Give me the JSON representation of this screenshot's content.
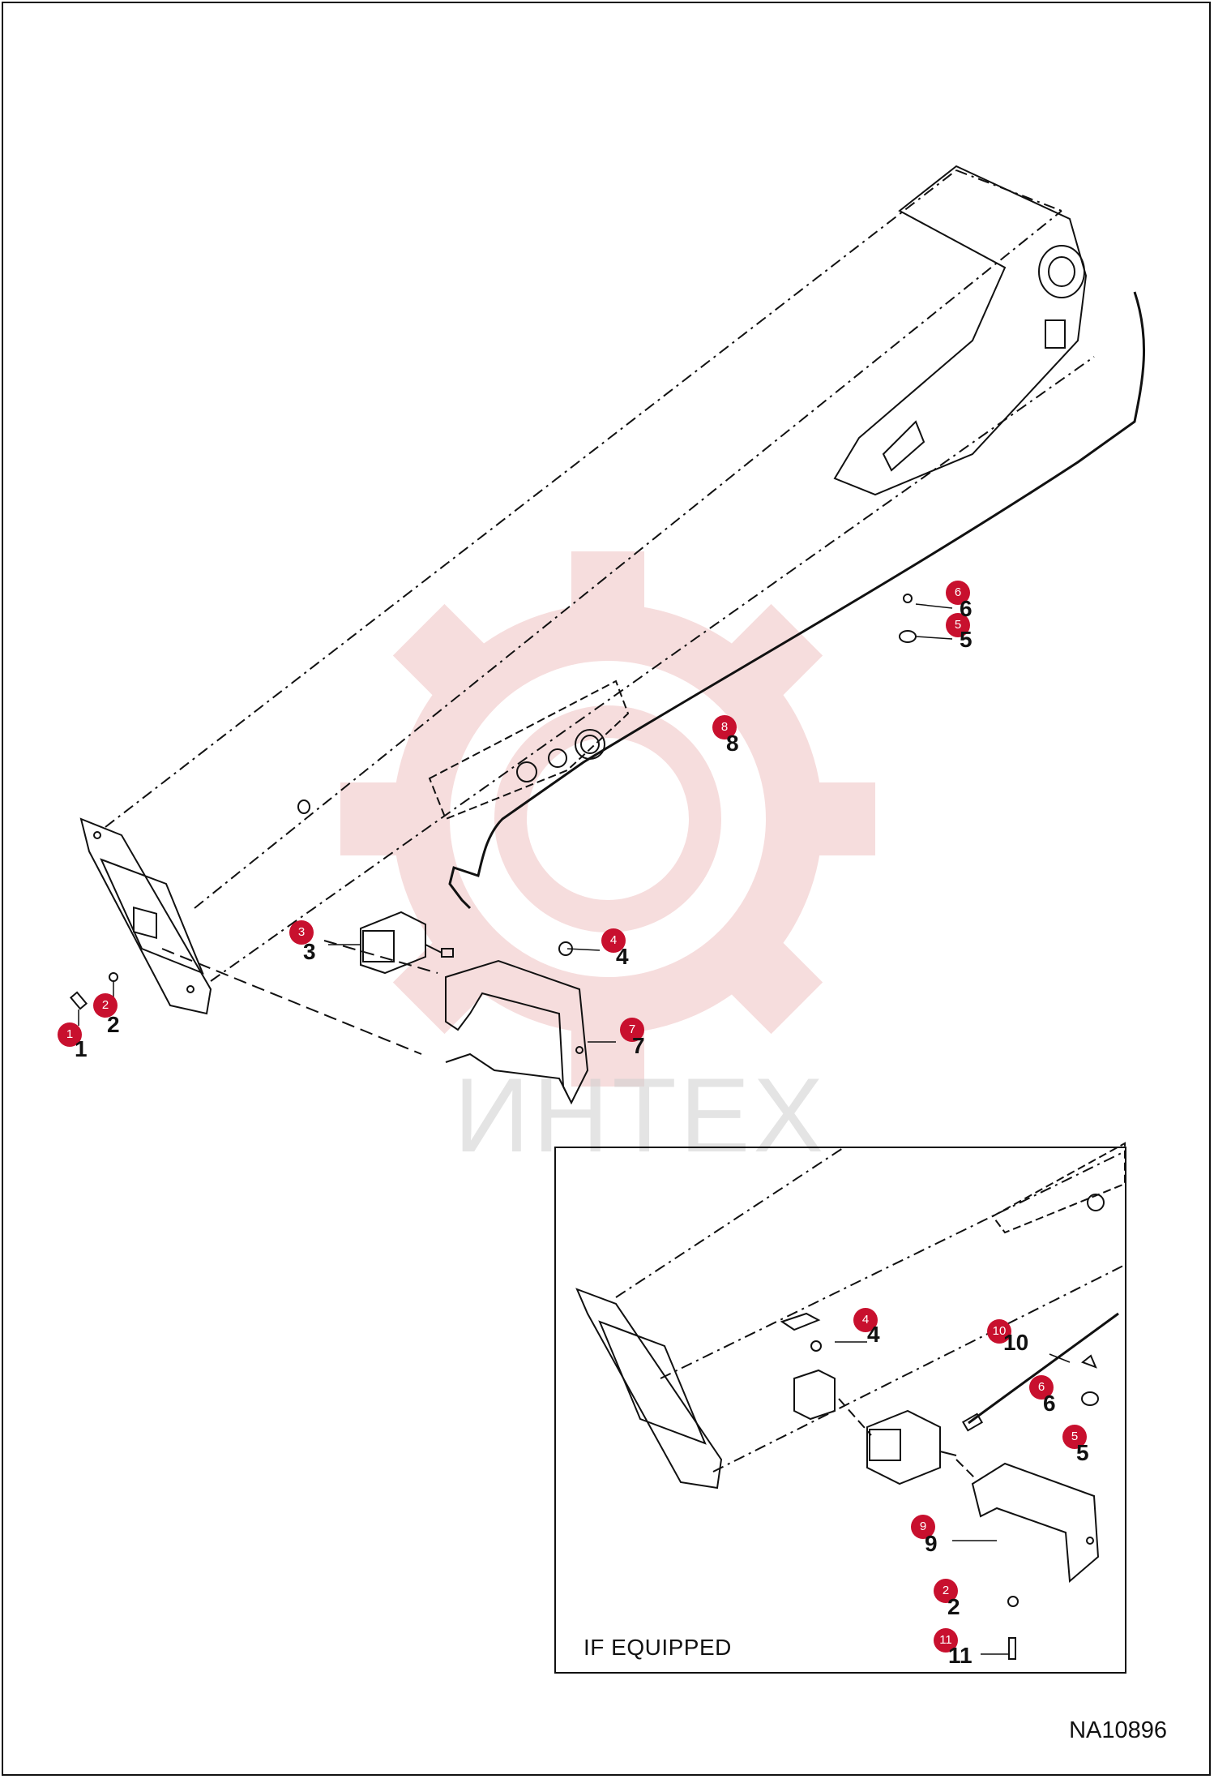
{
  "drawing_id": "NA10896",
  "inset": {
    "caption": "IF EQUIPPED"
  },
  "watermark": {
    "text": "ИНТЕХ",
    "icon": "gear-icon",
    "color": "#e8b0b0"
  },
  "callout_color": "#c8102e",
  "main_callouts": [
    {
      "num": "1",
      "label": "1"
    },
    {
      "num": "2",
      "label": "2"
    },
    {
      "num": "3",
      "label": "3"
    },
    {
      "num": "4",
      "label": "4"
    },
    {
      "num": "5",
      "label": "5"
    },
    {
      "num": "6",
      "label": "6"
    },
    {
      "num": "7",
      "label": "7"
    },
    {
      "num": "8",
      "label": "8"
    }
  ],
  "inset_callouts": [
    {
      "num": "4",
      "label": "4"
    },
    {
      "num": "10",
      "label": "10"
    },
    {
      "num": "6",
      "label": "6"
    },
    {
      "num": "5",
      "label": "5"
    },
    {
      "num": "9",
      "label": "9"
    },
    {
      "num": "2",
      "label": "2"
    },
    {
      "num": "11",
      "label": "11"
    }
  ]
}
